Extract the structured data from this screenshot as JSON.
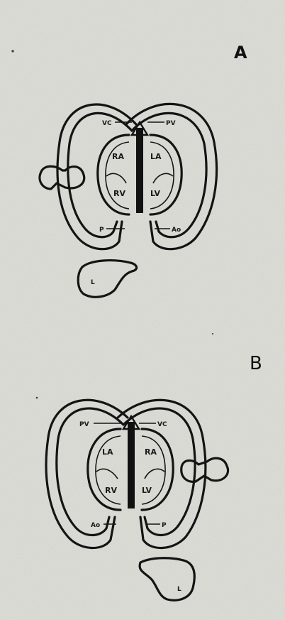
{
  "panels": [
    {
      "letter": "A",
      "labels": {
        "vein_left": "VC",
        "vein_right": "PV",
        "atrium_left": "RA",
        "atrium_right": "LA",
        "ventricle_left": "RV",
        "ventricle_right": "LV",
        "artery_left": "P",
        "artery_right": "Ao",
        "liver": "L"
      }
    },
    {
      "letter": "B",
      "labels": {
        "vein_left": "PV",
        "vein_right": "VC",
        "atrium_left": "LA",
        "atrium_right": "RA",
        "ventricle_left": "RV",
        "ventricle_right": "LV",
        "artery_left": "Ao",
        "artery_right": "P",
        "liver": "L"
      }
    }
  ]
}
